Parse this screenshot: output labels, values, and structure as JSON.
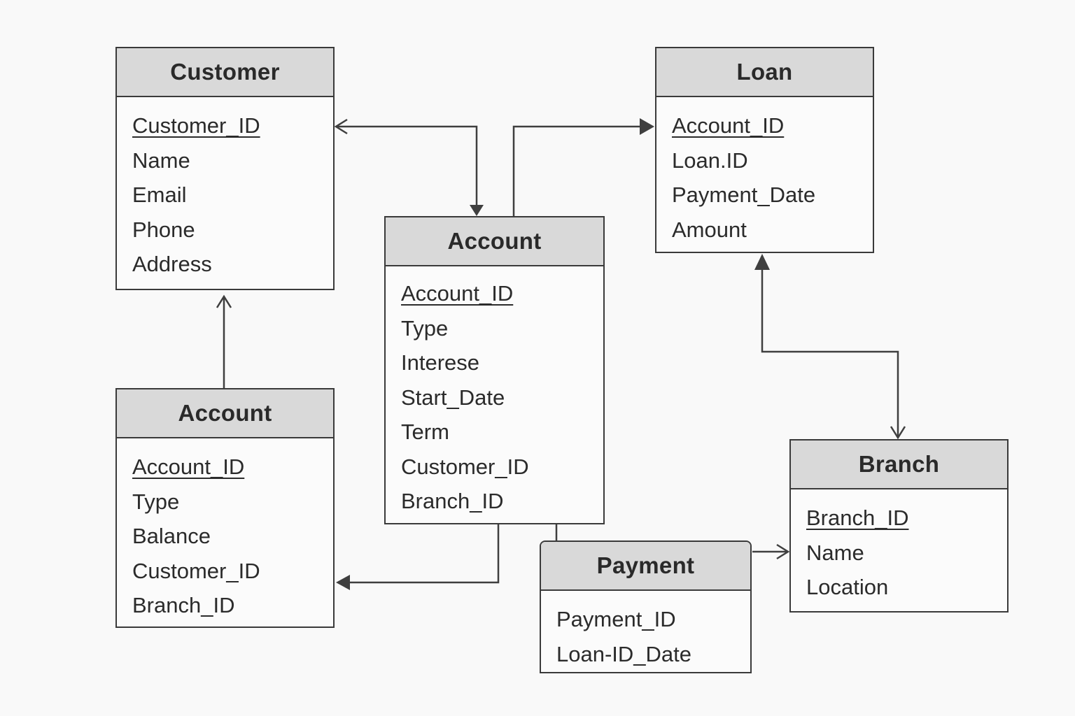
{
  "entities": {
    "customer": {
      "title": "Customer",
      "attributes": [
        "Customer_ID",
        "Name",
        "Email",
        "Phone",
        "Address"
      ]
    },
    "loan": {
      "title": "Loan",
      "attributes": [
        "Account_ID",
        "Loan.ID",
        "Payment_Date",
        "Amount"
      ]
    },
    "account_center": {
      "title": "Account",
      "attributes": [
        "Account_ID",
        "Type",
        "Interese",
        "Start_Date",
        "Term",
        "Customer_ID",
        "Branch_ID"
      ]
    },
    "account_left": {
      "title": "Account",
      "attributes": [
        "Account_ID",
        "Type",
        "Balance",
        "Customer_ID",
        "Branch_ID"
      ]
    },
    "branch": {
      "title": "Branch",
      "attributes": [
        "Branch_ID",
        "Name",
        "Location"
      ]
    },
    "payment": {
      "title": "Payment",
      "attributes": [
        "Payment_ID",
        "Loan-ID_Date"
      ]
    }
  },
  "colors": {
    "background": "#f9f9f9",
    "header_fill": "#d9d9d9",
    "border": "#3a3a3a",
    "connector": "#3f3f3f"
  }
}
